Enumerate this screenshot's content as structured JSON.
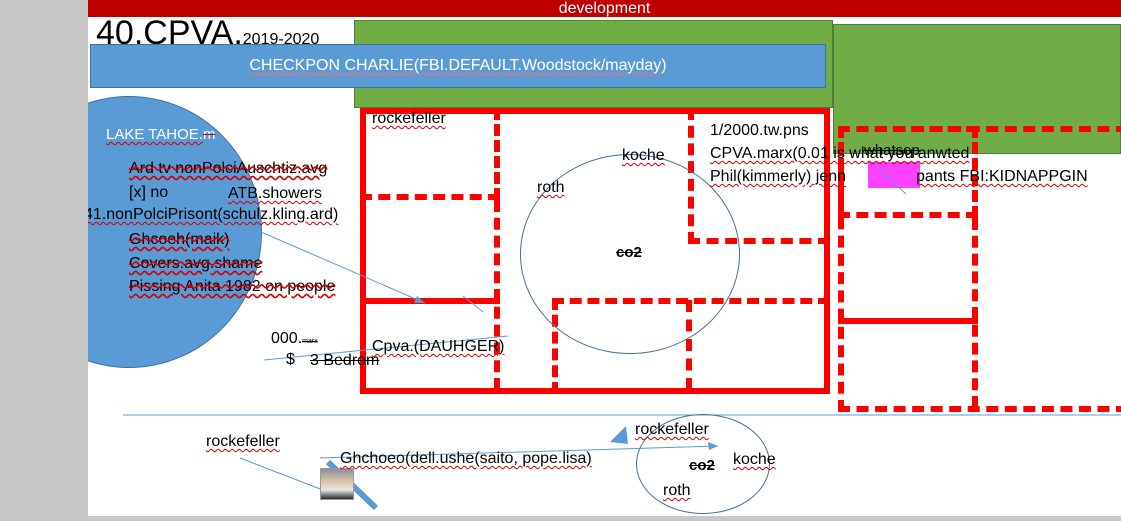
{
  "header": {
    "banner": "development"
  },
  "title": {
    "main": "40.CPVA.",
    "years": "2019-2020"
  },
  "checkpoint": {
    "text": "CHECKPON CHARLIE(FBI.DEFAULT.Woodstock/mayday)"
  },
  "lake": {
    "title": "LAKE TAHOE.",
    "title_suffix": "m",
    "lines": [
      "Ard tv nonPolciAuschtiz.avg",
      "[x] no",
      "ATB.showers",
      "41.nonPolciPrisont(schulz.kling.ard)",
      "Ghcoeh(maik)",
      "Covers.avg.shame",
      "Pissing Anita 1982 on people"
    ]
  },
  "labels": {
    "rockefeller_top": "rockefeller",
    "roth_mid": "roth",
    "koche_mid": "koche",
    "co2_mid": "co2",
    "cpva_daughter": "Cpva.(DAUHGER)",
    "marx_amount": "000.",
    "marx_small": "marx",
    "dollar": "$",
    "bedroom": "3 Bedrom",
    "info_line1": "1/2000.tw.pns",
    "info_line2": "CPVA.marx(0.01 is what you anwted",
    "info_line3": "Phil(kimmerly) jenn",
    "info_line3_end": "pants FBI:KIDNAPPGIN",
    "whatsop": "whatsop"
  },
  "bottom": {
    "rockefeller_left": "rockefeller",
    "ghchoeo": "Ghchoeo(dell.ushe(saito, pope.lisa)",
    "rockefeller_right": "rockefeller",
    "co2": "co2",
    "koche": "koche",
    "roth": "roth"
  },
  "colors": {
    "banner": "#c00000",
    "green": "#70ad47",
    "blue": "#5b9bd5",
    "red": "#ff0000",
    "magenta": "#ff40ff"
  }
}
